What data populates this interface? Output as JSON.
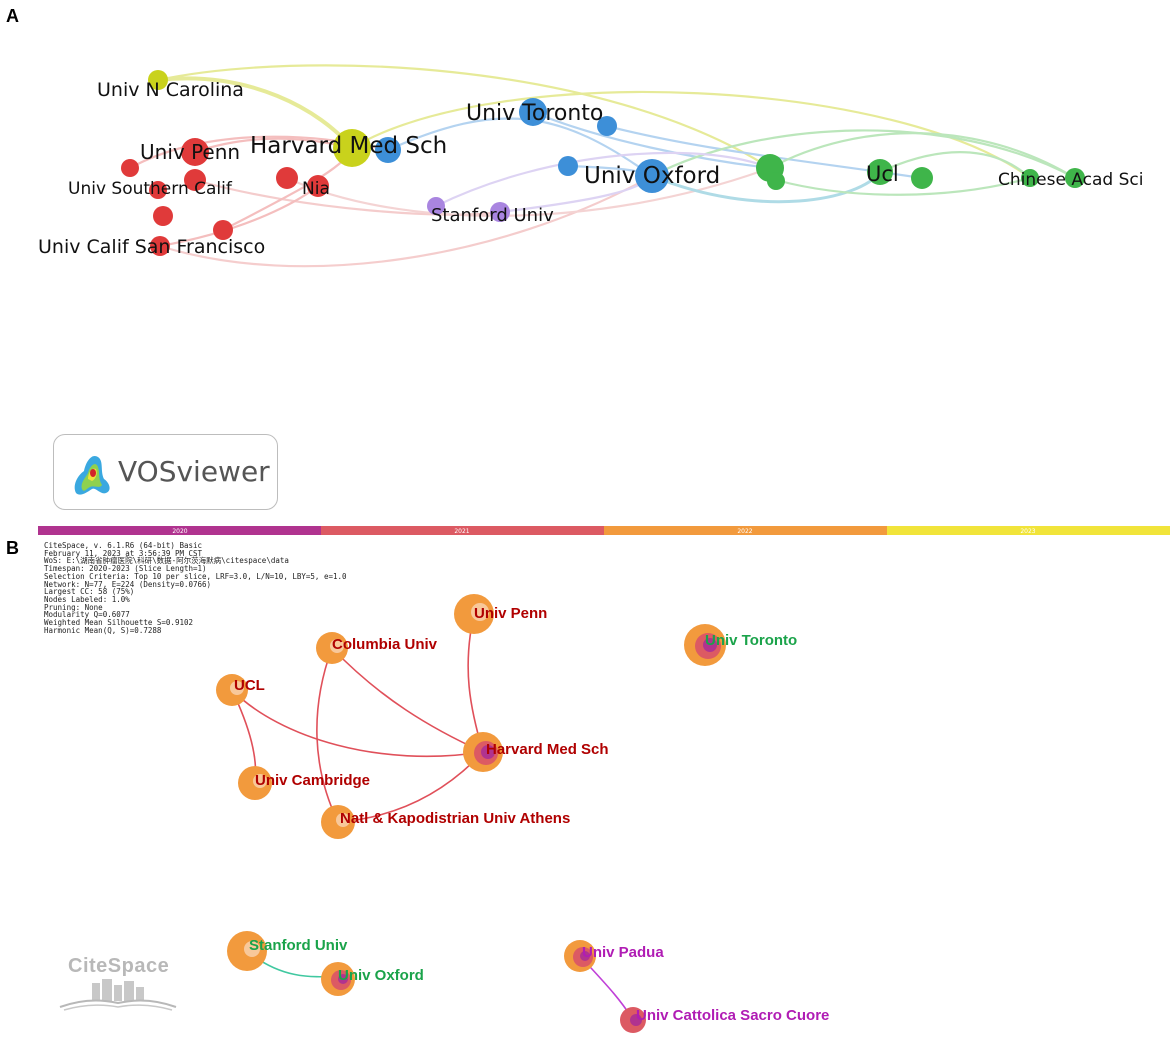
{
  "panel_a": {
    "letter": "A",
    "nodes": [
      {
        "label": "Univ N Carolina",
        "color": "#c9d21c"
      },
      {
        "label": "Harvard Med Sch",
        "color": "#c9d21c"
      },
      {
        "label": "Univ Penn",
        "color": "#e03a3a"
      },
      {
        "label": "Univ Southern Calif",
        "color": "#e03a3a"
      },
      {
        "label": "Nia",
        "color": "#e03a3a"
      },
      {
        "label": "Univ Calif San Francisco",
        "color": "#e03a3a"
      },
      {
        "label": "Univ Toronto",
        "color": "#3d8fd8"
      },
      {
        "label": "Univ Oxford",
        "color": "#3d8fd8"
      },
      {
        "label": "Stanford Univ",
        "color": "#a985e0"
      },
      {
        "label": "Ucl",
        "color": "#3fb54a"
      },
      {
        "label": "Chinese Acad Sci",
        "color": "#3fb54a"
      }
    ],
    "logo_text": "VOSviewer"
  },
  "panel_b": {
    "letter": "B",
    "timeline": [
      {
        "label": "2020",
        "color": "#b0338f"
      },
      {
        "label": "2021",
        "color": "#dc5a63"
      },
      {
        "label": "2022",
        "color": "#f29a3d"
      },
      {
        "label": "2023",
        "color": "#f1e43a"
      }
    ],
    "info_lines": [
      "CiteSpace, v. 6.1.R6 (64-bit) Basic",
      "February 11, 2023 at 3:56:39 PM CST",
      "WoS: E:\\湖南省肿瘤医院\\科研\\数据-阿尔茨海默病\\citespace\\data",
      "Timespan: 2020-2023 (Slice Length=1)",
      "Selection Criteria: Top 10 per slice, LRF=3.0, L/N=10, LBY=5, e=1.0",
      "Network: N=77, E=224 (Density=0.0766)",
      "Largest CC: 58 (75%)",
      "Nodes Labeled: 1.0%",
      "Pruning: None",
      "Modularity Q=0.6077",
      "Weighted Mean Silhouette S=0.9102",
      "Harmonic Mean(Q, S)=0.7288"
    ],
    "nodes": [
      {
        "label": "Univ Penn",
        "color": "#b00000"
      },
      {
        "label": "Columbia Univ",
        "color": "#b00000"
      },
      {
        "label": "UCL",
        "color": "#b00000"
      },
      {
        "label": "Harvard Med Sch",
        "color": "#b00000"
      },
      {
        "label": "Univ Cambridge",
        "color": "#b00000"
      },
      {
        "label": "Natl & Kapodistrian Univ Athens",
        "color": "#b00000"
      },
      {
        "label": "Univ Toronto",
        "color": "#1aa34a"
      },
      {
        "label": "Stanford Univ",
        "color": "#1aa34a"
      },
      {
        "label": "Univ Oxford",
        "color": "#1aa34a"
      },
      {
        "label": "Univ Padua",
        "color": "#b01cb4"
      },
      {
        "label": "Univ Cattolica Sacro Cuore",
        "color": "#b01cb4"
      }
    ],
    "logo_text": "CiteSpace"
  }
}
